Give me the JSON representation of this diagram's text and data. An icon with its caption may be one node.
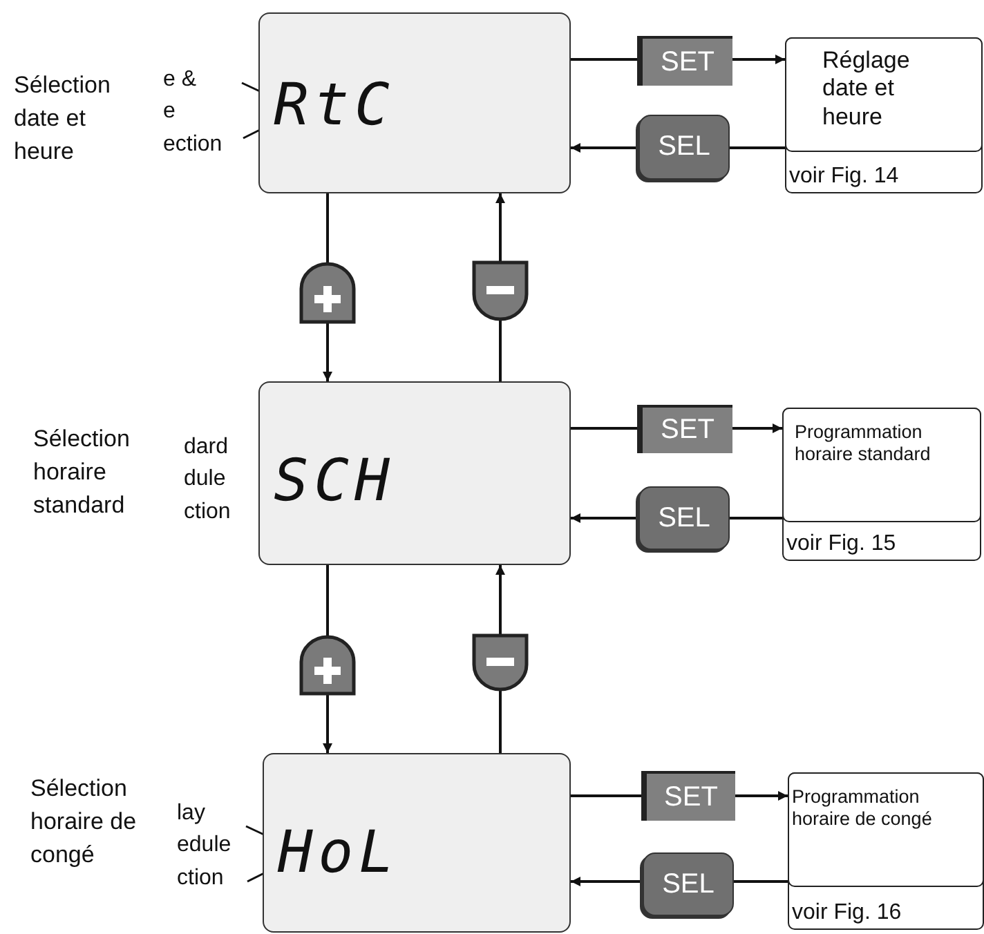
{
  "diagram": {
    "nodes": [
      {
        "text": [
          "RtC"
        ]
      },
      {
        "text": [
          "SET"
        ]
      },
      {
        "text": [
          "Réglage date et heure",
          "voir Fig. 14"
        ]
      },
      {
        "text": [
          "SEL"
        ]
      },
      {
        "text": [],
        "shape": "button"
      },
      {
        "text": [],
        "shape": "button"
      },
      {
        "text": [
          "SCH"
        ]
      },
      {
        "text": [
          "SET"
        ]
      },
      {
        "text": [
          "Programmation horaire standard",
          "voir Fig. 15"
        ]
      },
      {
        "text": [
          "SEL"
        ]
      },
      {
        "text": [],
        "shape": "button"
      },
      {
        "text": [],
        "shape": "button"
      },
      {
        "text": [
          "HoL"
        ]
      },
      {
        "text": [
          "SET"
        ]
      },
      {
        "text": [
          "Programmation horaire de congé",
          "voir Fig. 16"
        ]
      },
      {
        "text": [
          "SEL"
        ]
      }
    ],
    "edges": [
      {
        "from": 0,
        "to": 1,
        "arrow": "none"
      },
      {
        "from": 1,
        "to": 2,
        "arrow": "to"
      },
      {
        "from": 2,
        "to": 3,
        "arrow": "none"
      },
      {
        "from": 3,
        "to": 0,
        "arrow": "to"
      },
      {
        "from": 0,
        "to": 4,
        "arrow": "none"
      },
      {
        "from": 4,
        "to": 6,
        "arrow": "to"
      },
      {
        "from": 6,
        "to": 5,
        "arrow": "none"
      },
      {
        "from": 5,
        "to": 0,
        "arrow": "to"
      },
      {
        "from": 6,
        "to": 7,
        "arrow": "none"
      },
      {
        "from": 7,
        "to": 8,
        "arrow": "to"
      },
      {
        "from": 8,
        "to": 9,
        "arrow": "none"
      },
      {
        "from": 9,
        "to": 6,
        "arrow": "to"
      },
      {
        "from": 6,
        "to": 10,
        "arrow": "none"
      },
      {
        "from": 10,
        "to": 12,
        "arrow": "to"
      },
      {
        "from": 12,
        "to": 11,
        "arrow": "none"
      },
      {
        "from": 11,
        "to": 6,
        "arrow": "to"
      },
      {
        "from": 12,
        "to": 13,
        "arrow": "none"
      },
      {
        "from": 13,
        "to": 14,
        "arrow": "to"
      },
      {
        "from": 14,
        "to": 15,
        "arrow": "none"
      },
      {
        "from": 15,
        "to": 12,
        "arrow": "to"
      }
    ],
    "labels": [
      "Sélection date et heure",
      "e &",
      "e",
      "ection",
      "Sélection horaire standard",
      "dard",
      "dule",
      "ction",
      "Sélection horaire de congé",
      "lay",
      "edule",
      "ction"
    ]
  }
}
